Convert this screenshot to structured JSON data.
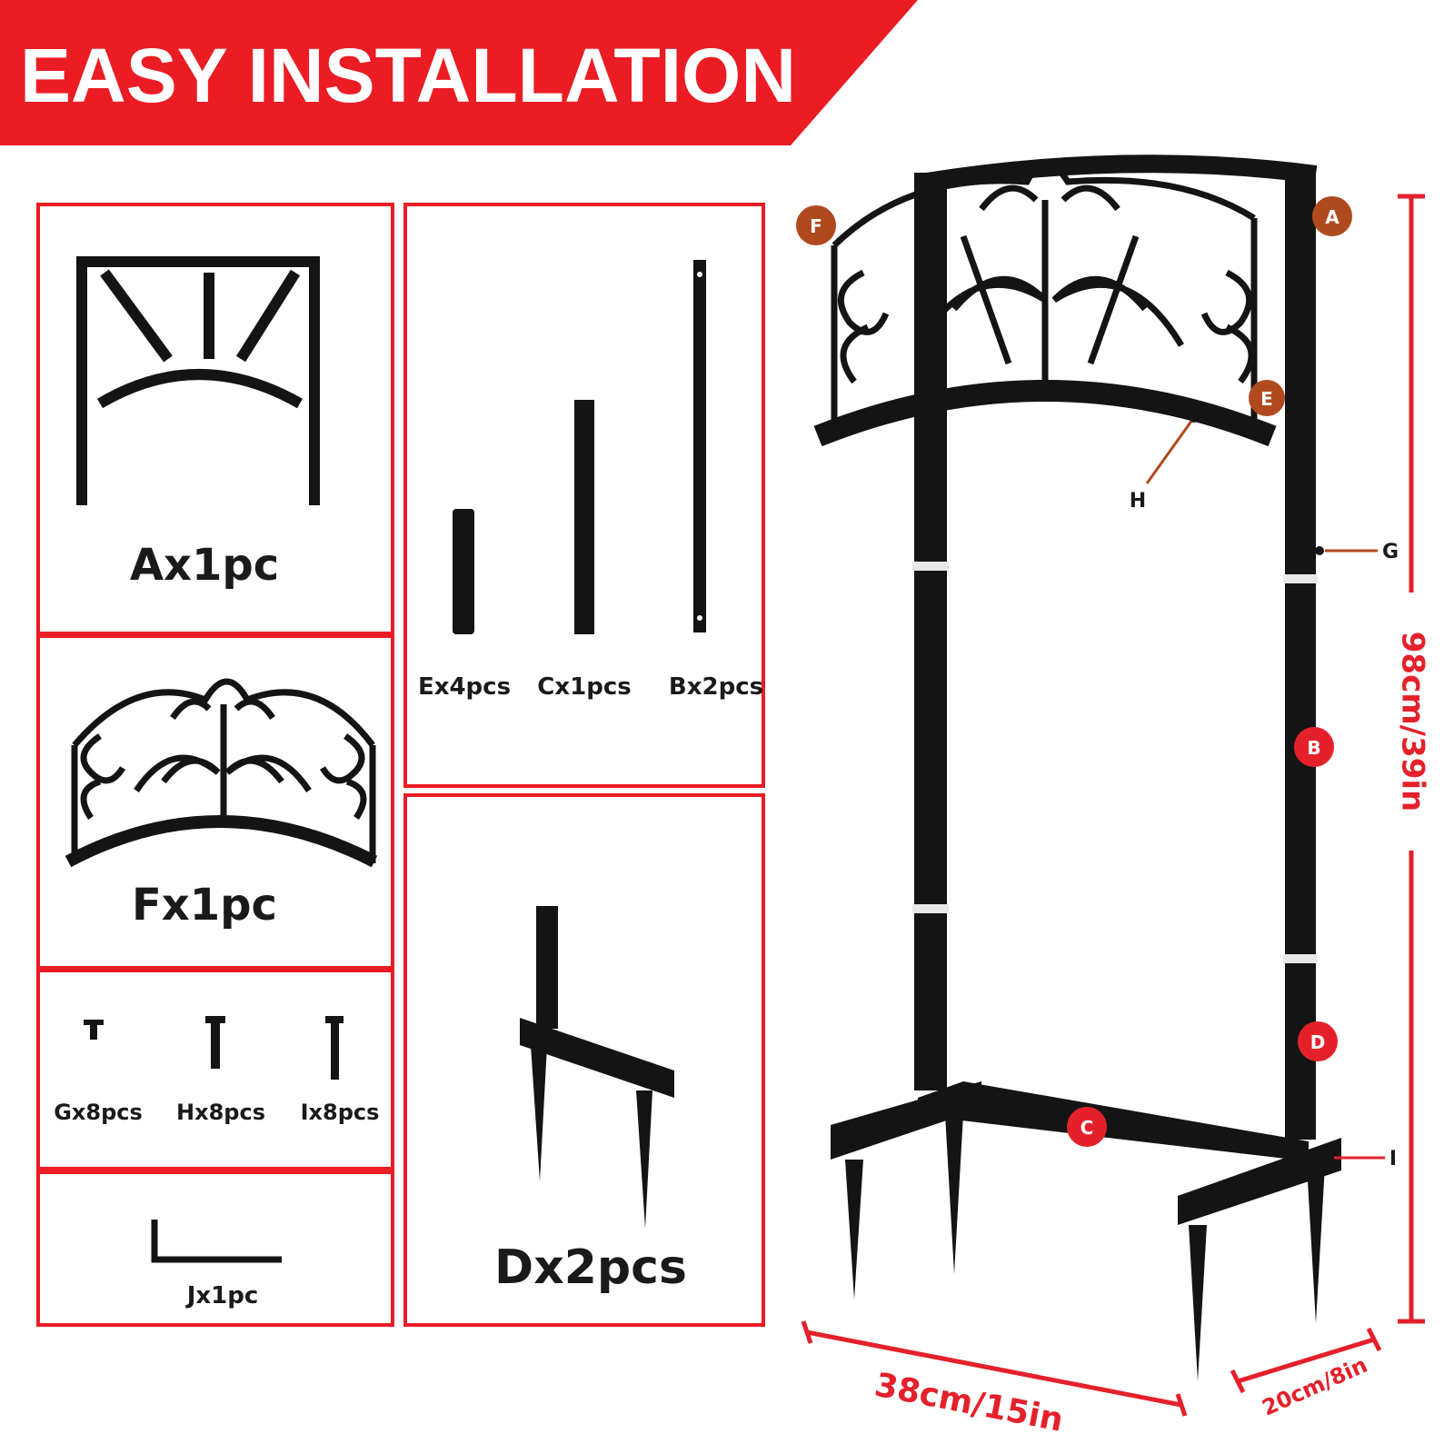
{
  "banner": {
    "title": "EASY INSTALLATION",
    "color": "#ec1c24"
  },
  "parts": {
    "a": {
      "label": "Ax1pc"
    },
    "f": {
      "label": "Fx1pc"
    },
    "e": {
      "label": "Ex4pcs"
    },
    "c": {
      "label": "Cx1pcs"
    },
    "b": {
      "label": "Bx2pcs"
    },
    "g": {
      "label": "Gx8pcs"
    },
    "h": {
      "label": "Hx8pcs"
    },
    "i": {
      "label": "Ix8pcs"
    },
    "j": {
      "label": "Jx1pc"
    },
    "d": {
      "label": "Dx2pcs"
    }
  },
  "assembly": {
    "badges": {
      "a": "A",
      "b": "B",
      "c": "C",
      "d": "D",
      "e": "E",
      "f": "F"
    },
    "callouts": {
      "g": "G",
      "h": "H",
      "i": "I"
    },
    "dimensions": {
      "height": "98cm/39in",
      "width": "38cm/15in",
      "depth": "20cm/8in"
    }
  },
  "colors": {
    "accent": "#ec1c24",
    "badge_brown": "#b04a1e",
    "badge_red": "#e4212b",
    "metal": "#141414"
  }
}
